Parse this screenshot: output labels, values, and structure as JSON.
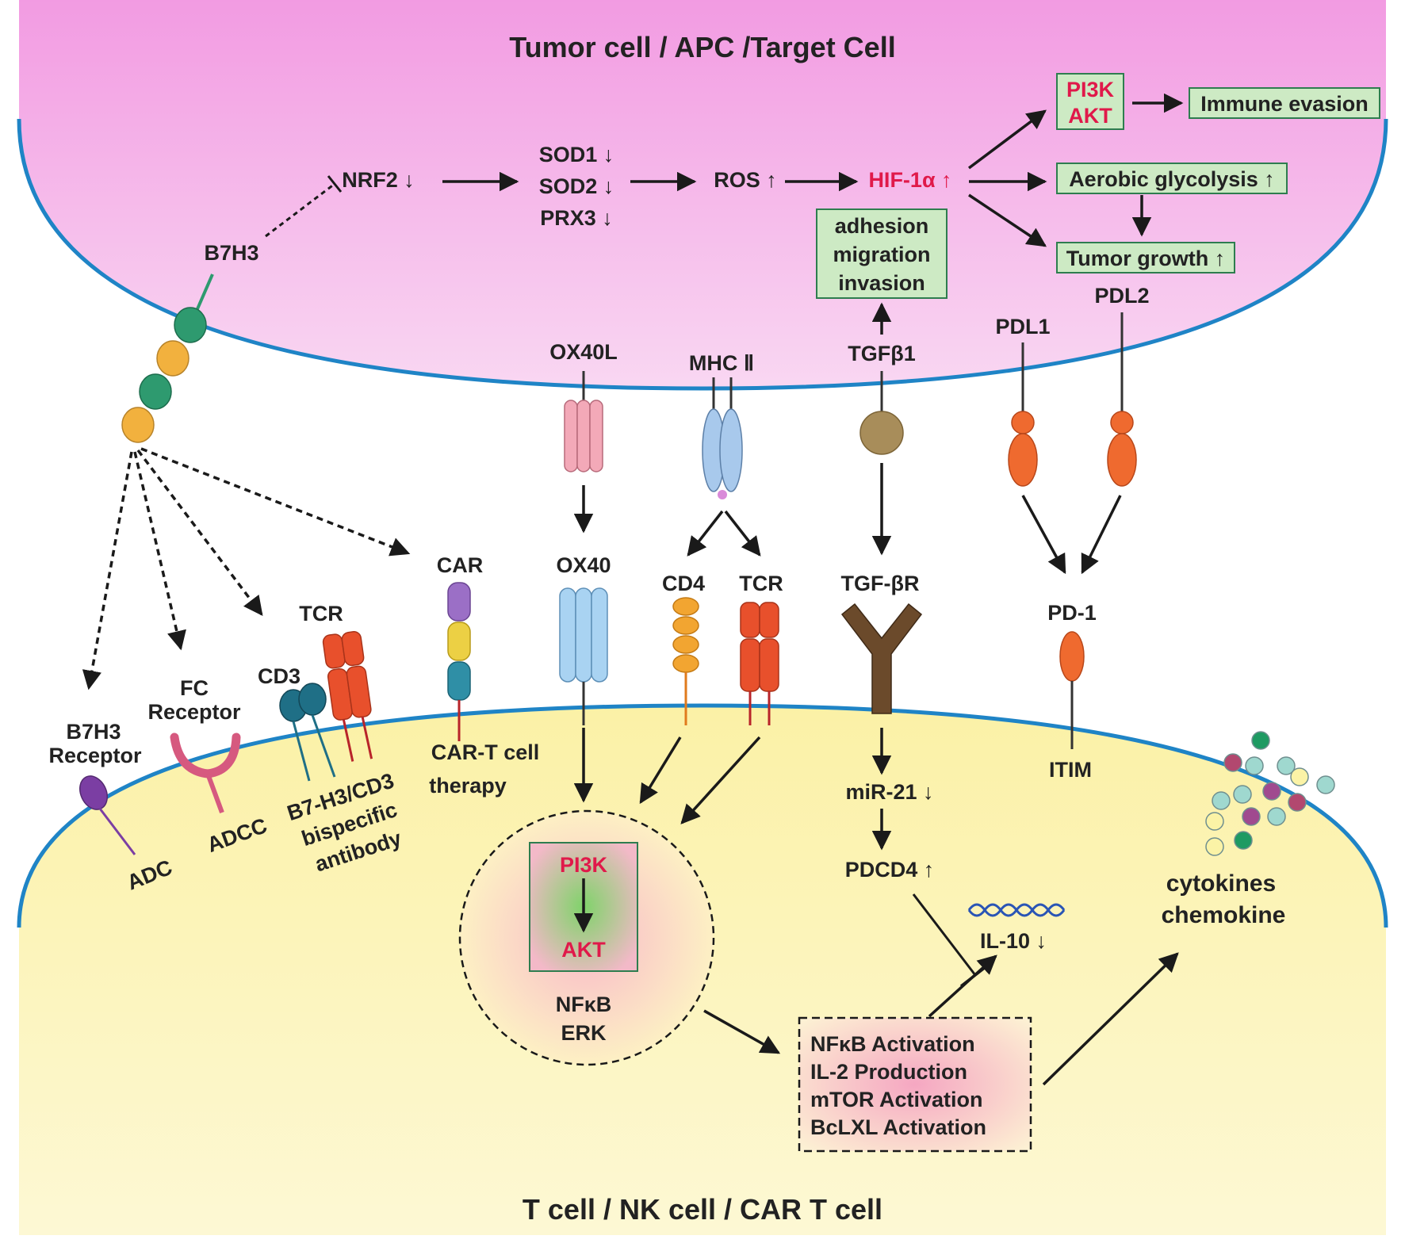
{
  "title_top": "Tumor cell / APC /Target Cell",
  "title_bottom": "T cell / NK cell / CAR T cell",
  "colors": {
    "tumor_cell": "#f4b6e8",
    "effector_cell": "#fbf3b4",
    "membrane": "#1f84c6",
    "highlight": "#e0194a",
    "box_fill": "#cdeac4",
    "box_border": "#2e7d4f"
  },
  "tumor": {
    "b7h3": "B7H3",
    "nrf2": "NRF2 ↓",
    "sod1": "SOD1 ↓",
    "sod2": "SOD2 ↓",
    "prx3": "PRX3 ↓",
    "ros": "ROS ↑",
    "hif": "HIF-1α ↑",
    "pi3k": "PI3K",
    "akt": "AKT",
    "immune_evasion": "Immune evasion",
    "aerobic_glycolysis": "Aerobic glycolysis ↑",
    "tumor_growth": "Tumor growth ↑",
    "adhesion": "adhesion",
    "migration": "migration",
    "invasion": "invasion",
    "tgfb1": "TGFβ1",
    "ox40l": "OX40L",
    "mhc2": "MHC Ⅱ",
    "pdl1": "PDL1",
    "pdl2": "PDL2"
  },
  "interface": {
    "car": "CAR",
    "ox40": "OX40",
    "cd4": "CD4",
    "tcr_mhc": "TCR",
    "tgfbr": "TGF-βR",
    "pd1": "PD-1",
    "tcr_bispecific": "TCR",
    "cd3": "CD3",
    "fc_receptor_1": "FC",
    "fc_receptor_2": "Receptor",
    "b7h3_receptor_1": "B7H3",
    "b7h3_receptor_2": "Receptor"
  },
  "effector": {
    "adc": "ADC",
    "adcc": "ADCC",
    "bispecific_1": "B7-H3/CD3",
    "bispecific_2": "bispecific",
    "bispecific_3": "antibody",
    "cart_1": "CAR-T cell",
    "cart_2": "therapy",
    "pi3k": "PI3K",
    "akt": "AKT",
    "nfkb": "NFκB",
    "erk": "ERK",
    "mir21": "miR-21 ↓",
    "pdcd4": "PDCD4 ↑",
    "il10": "IL-10 ↓",
    "itim": "ITIM",
    "cytokines": "cytokines",
    "chemokine": "chemokine",
    "activation_list": [
      "NFκB Activation",
      "IL-2 Production",
      "mTOR Activation",
      "BcLXL Activation"
    ]
  }
}
